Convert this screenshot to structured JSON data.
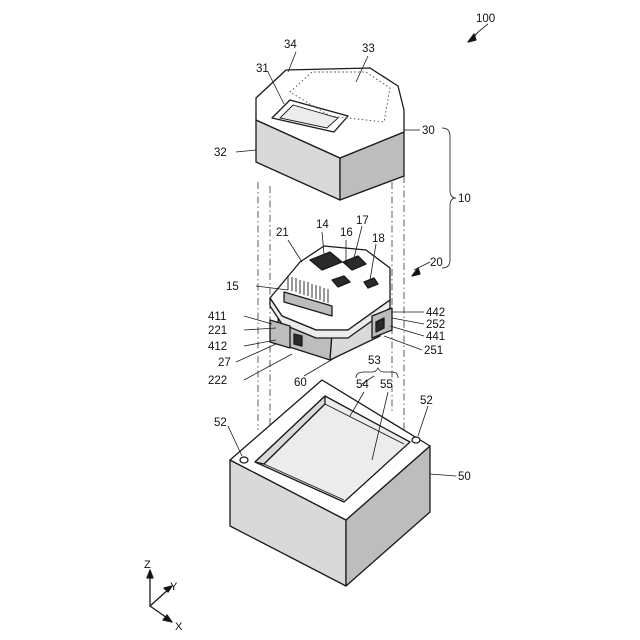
{
  "figure_number": "100",
  "callouts": {
    "module_10": "10",
    "inner_20": "20",
    "pcb_21": "21",
    "chip_14": "14",
    "chip_16": "16",
    "chip_17": "17",
    "chip_18": "18",
    "pins_15": "15",
    "cap_30": "30",
    "window_31": "31",
    "side_32": "32",
    "top_33": "33",
    "edge_34": "34",
    "case_50": "50",
    "hole_52_left": "52",
    "hole_52_right": "52",
    "cavity_53": "53",
    "wall_54": "54",
    "floor_55": "55",
    "base_60": "60",
    "item_27": "27",
    "item_221": "221",
    "item_222": "222",
    "item_251": "251",
    "item_252": "252",
    "item_411": "411",
    "item_412": "412",
    "item_441": "441",
    "item_442": "442"
  },
  "axes": {
    "z": "Z",
    "y": "Y",
    "x": "X"
  }
}
